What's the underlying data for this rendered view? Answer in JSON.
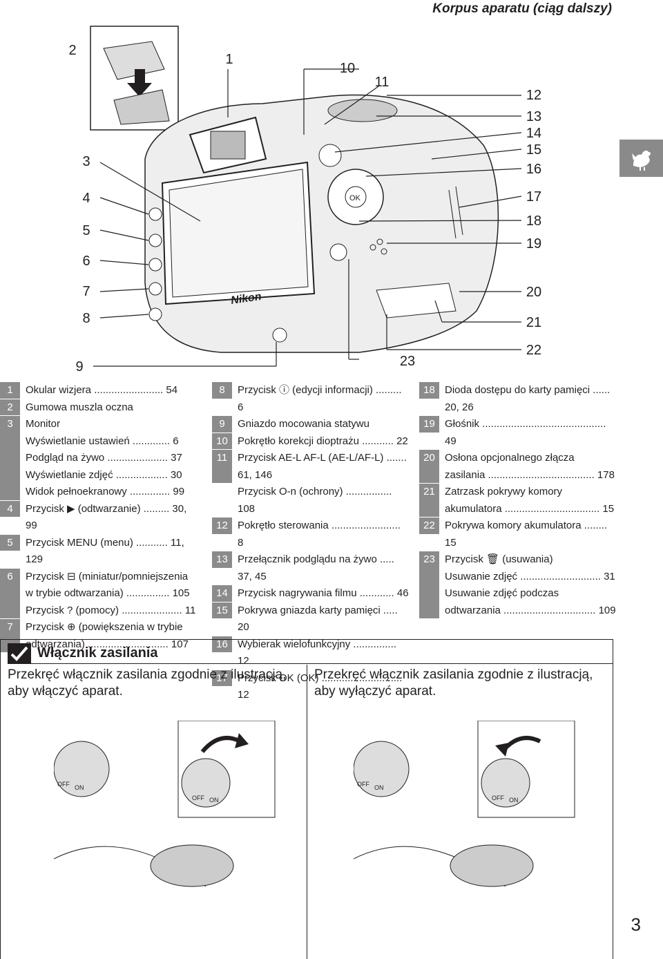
{
  "header": {
    "title": "Korpus aparatu (ciąg dalszy)"
  },
  "page_number": "3",
  "side_tab": {
    "icon": "rooster-icon"
  },
  "callouts": [
    "1",
    "2",
    "3",
    "4",
    "5",
    "6",
    "7",
    "8",
    "9",
    "10",
    "11",
    "12",
    "13",
    "14",
    "15",
    "16",
    "17",
    "18",
    "19",
    "20",
    "21",
    "22",
    "23"
  ],
  "diagram_labels": {
    "brand": "Nikon",
    "ok": "OK"
  },
  "legend": {
    "col1": [
      {
        "num": "1",
        "text": "Okular wizjera ........................ 54"
      },
      {
        "num": "2",
        "text": "Gumowa muszla oczna"
      },
      {
        "num": "3",
        "text": "Monitor\n     Wyświetlanie ustawień ............. 6\n     Podgląd na żywo ..................... 37\n     Wyświetlanie zdjęć .................. 30\n     Widok pełnoekranowy .............. 99"
      },
      {
        "num": "4",
        "text": "Przycisk ▶ (odtwarzanie) ......... 30, 99"
      },
      {
        "num": "5",
        "text": "Przycisk MENU (menu) ........... 11, 129"
      },
      {
        "num": "6",
        "text": "Przycisk ⊟ (miniatur/pomniejszenia\n     w trybie odtwarzania) ............... 105\nPrzycisk ? (pomocy) ..................... 11"
      },
      {
        "num": "7",
        "text": "Przycisk ⊕ (powiększenia w trybie\n     odtwarzania) ............................ 107"
      }
    ],
    "col2": [
      {
        "num": "8",
        "text": "Przycisk ⓘ (edycji informacji) ......... 6"
      },
      {
        "num": "9",
        "text": "Gniazdo mocowania statywu"
      },
      {
        "num": "10",
        "text": "Pokrętło korekcji dioptrażu ........... 22"
      },
      {
        "num": "11",
        "text": "Przycisk AE-L AF-L (AE-L/AF-L) ....... 61, 146\nPrzycisk O-n (ochrony) ................ 108"
      },
      {
        "num": "12",
        "text": "Pokrętło sterowania ........................ 8"
      },
      {
        "num": "13",
        "text": "Przełącznik podglądu na żywo ..... 37, 45"
      },
      {
        "num": "14",
        "text": "Przycisk nagrywania filmu ............ 46"
      },
      {
        "num": "15",
        "text": "Pokrywa gniazda karty pamięci ..... 20"
      },
      {
        "num": "16",
        "text": "Wybierak wielofunkcyjny ............... 12"
      },
      {
        "num": "17",
        "text": "Przycisk OK (OK) ............................ 12"
      }
    ],
    "col3": [
      {
        "num": "18",
        "text": "Dioda dostępu do karty pamięci ...... 20, 26"
      },
      {
        "num": "19",
        "text": "Głośnik ........................................... 49"
      },
      {
        "num": "20",
        "text": "Osłona opcjonalnego złącza\n     zasilania ..................................... 178"
      },
      {
        "num": "21",
        "text": "Zatrzask pokrywy komory\n     akumulatora ................................. 15"
      },
      {
        "num": "22",
        "text": "Pokrywa komory akumulatora ........ 15"
      },
      {
        "num": "23",
        "text": "Przycisk 🗑 (usuwania)\n     Usuwanie zdjęć ............................ 31\n     Usuwanie zdjęć podczas\n     odtwarzania ................................ 109"
      }
    ]
  },
  "tip": {
    "title": "Włącznik zasilania",
    "left_text": "Przekręć włącznik zasilania zgodnie z ilustracją, aby włączyć aparat.",
    "right_text": "Przekręć włącznik zasilania zgodnie z ilustracją, aby wyłączyć aparat.",
    "switch_labels": {
      "off": "OFF",
      "on": "ON"
    }
  }
}
